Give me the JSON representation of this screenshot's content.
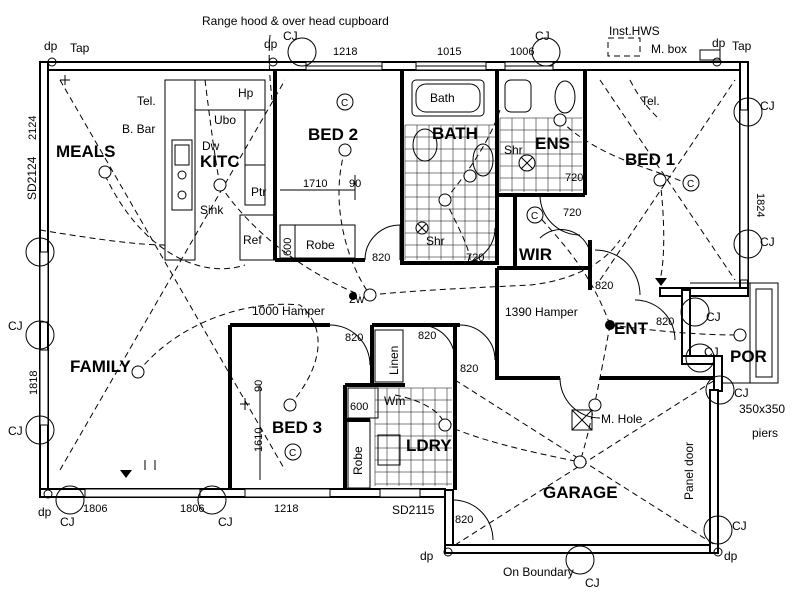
{
  "rooms": {
    "meals": "MEALS",
    "kitchen": "KITC",
    "bed2": "BED 2",
    "bath": "BATH",
    "ens": "ENS",
    "bed1": "BED 1",
    "family": "FAMILY",
    "bed3": "BED 3",
    "wir": "WIR",
    "ent": "ENT",
    "ldry": "LDRY",
    "garage": "GARAGE",
    "por": "POR"
  },
  "labels": {
    "range_hood": "Range hood & over head cupboard",
    "inst_hws": "Inst.HWS",
    "m_box": "M. box",
    "tap_left": "Tap",
    "tap_right": "Tap",
    "dp_top_left": "dp",
    "dp_top_mid": "dp",
    "dp_top_right": "dp",
    "cj_top_mid": "CJ",
    "cj_top_center": "CJ",
    "tel_left": "Tel.",
    "tel_right": "Tel.",
    "b_bar": "B. Bar",
    "hp": "Hp",
    "ubo": "Ubo",
    "dw": "Dw",
    "sink": "Sink",
    "ptr": "Ptr",
    "ref": "Ref",
    "robe_bed2": "Robe",
    "bath_tub": "Bath",
    "shr_bath": "Shr",
    "shr_ens": "Shr",
    "linen": "Linen",
    "wm": "Wm",
    "robe_bed3": "Robe",
    "hamper_1000": "1000 Hamper",
    "hamper_1390": "1390 Hamper",
    "two_w": "2w",
    "m_hole": "M. Hole",
    "panel_door": "Panel door",
    "on_boundary": "On Boundary",
    "piers": "350x350\npiers",
    "piers_line1": "350x350",
    "piers_line2": "piers",
    "sd2124": "SD2124",
    "sd2115": "SD2115",
    "cj_left_1": "CJ",
    "cj_left_2": "CJ",
    "cj_right_1": "CJ",
    "cj_right_2": "CJ",
    "cj_right_3": "CJ",
    "cj_right_4": "CJ",
    "cj_right_5": "CJ",
    "cj_right_6": "CJ",
    "cj_bottom_1": "CJ",
    "cj_bottom_2": "CJ",
    "cj_bottom_3": "CJ",
    "dp_bottom_1": "dp",
    "dp_bottom_2": "dp",
    "dp_bottom_3": "dp"
  },
  "dimensions": {
    "top_1218": "1218",
    "top_1015": "1015",
    "top_1006": "1006",
    "bed2_1710": "1710",
    "bed2_90": "90",
    "robe_600": "600",
    "door_820_bed2": "820",
    "door_720_bath": "720",
    "door_720_ens": "720",
    "door_720_wir": "720",
    "side_1824": "1824",
    "side_2124": "2124",
    "side_1818": "1818",
    "door_820_wir": "820",
    "door_820_linen": "820",
    "door_820_bed3": "820",
    "door_820_hall": "820",
    "door_820_entry": "820",
    "door_820_garage": "820",
    "bed3_1610": "1610",
    "bed3_90": "90",
    "wm_600": "600",
    "bottom_1806_a": "1806",
    "bottom_1806_b": "1806",
    "bottom_1218": "1218"
  }
}
